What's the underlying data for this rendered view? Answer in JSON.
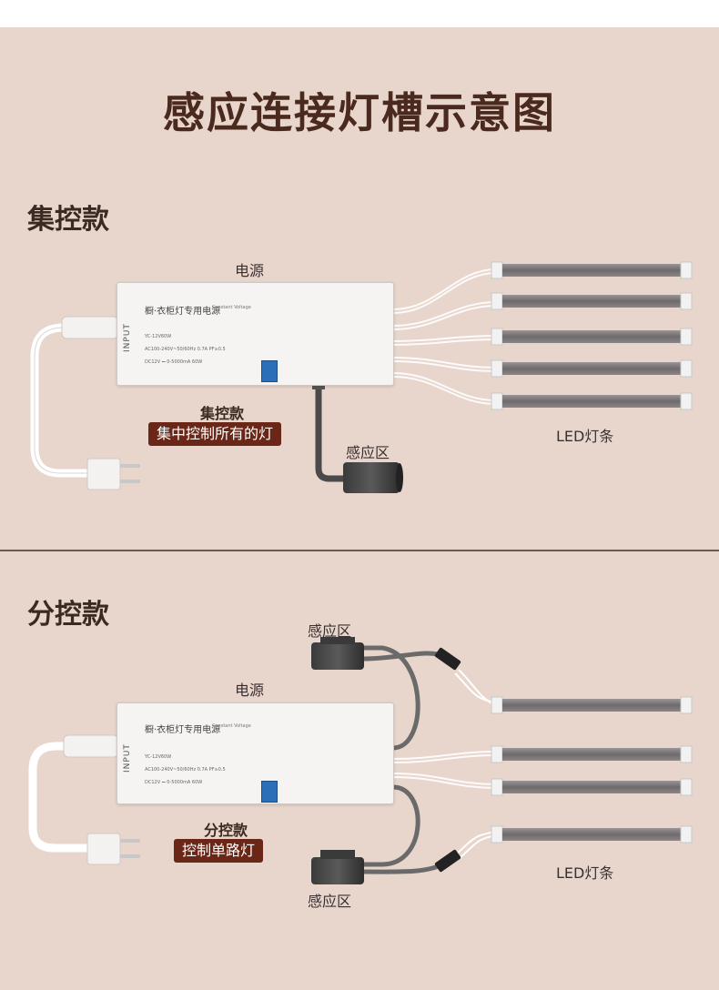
{
  "title": "感应连接灯槽示意图",
  "section1": {
    "heading": "集控款",
    "power_label": "电源",
    "mode_label": "集控款",
    "mode_badge": "集中控制所有的灯",
    "sensor_label": "感应区",
    "led_label": "LED灯条"
  },
  "section2": {
    "heading": "分控款",
    "power_label": "电源",
    "mode_label": "分控款",
    "mode_badge": "控制单路灯",
    "sensor_top_label": "感应区",
    "sensor_bottom_label": "感应区",
    "led_label": "LED灯条"
  },
  "psu": {
    "name": "橱·衣柜灯专用电源",
    "sub": "Constant Voltage",
    "input_text": "INPUT",
    "model": "YC-12V60W",
    "input_spec": "AC100-240V~50/60Hz 0.7A PF≥0.5",
    "output_spec": "DC12V ⎓ 0-5000mA 60W"
  },
  "colors": {
    "background": "#e8d6cc",
    "title": "#4a2a1e",
    "badge": "#6a2616",
    "divider": "#6a5a52"
  }
}
